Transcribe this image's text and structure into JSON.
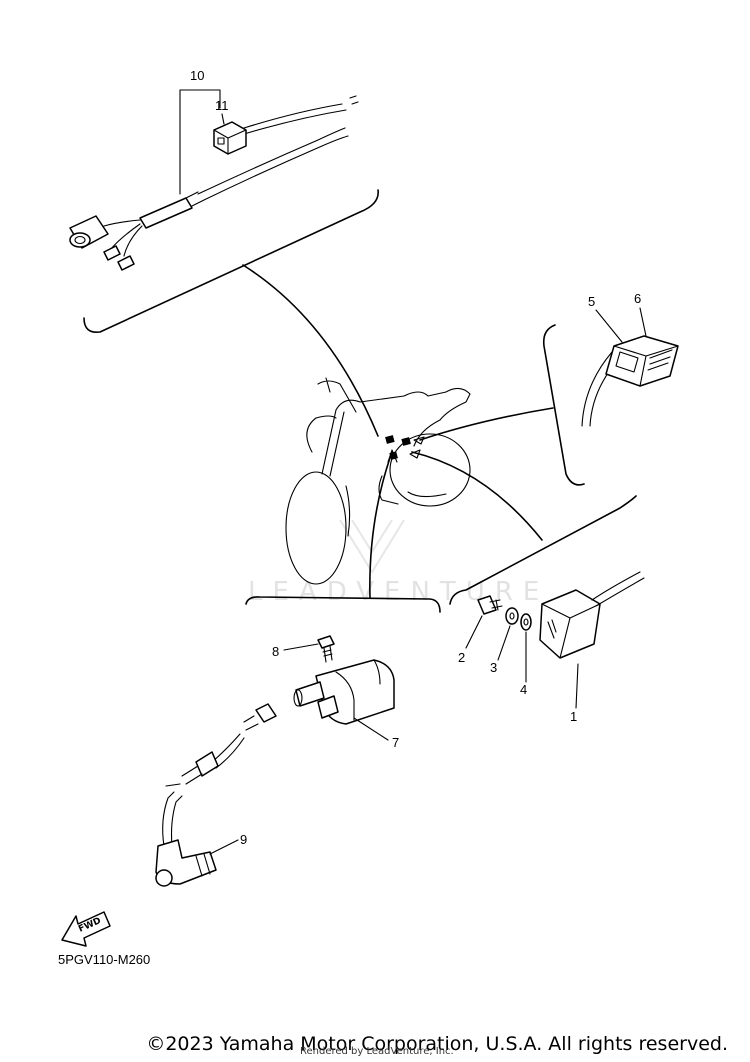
{
  "diagram": {
    "code": "5PGV110-M260",
    "fwd_label": "FWD",
    "watermark": "LEADVENTURE",
    "callouts": {
      "c1": "1",
      "c2": "2",
      "c3": "3",
      "c4": "4",
      "c5": "5",
      "c6": "6",
      "c7": "7",
      "c8": "8",
      "c9": "9",
      "c10": "10",
      "c11": "11"
    }
  },
  "footer": {
    "copyright": "©2023 Yamaha Motor Corporation, U.S.A. All rights reserved.",
    "renderer": "Rendered by LeadVenture, Inc."
  }
}
